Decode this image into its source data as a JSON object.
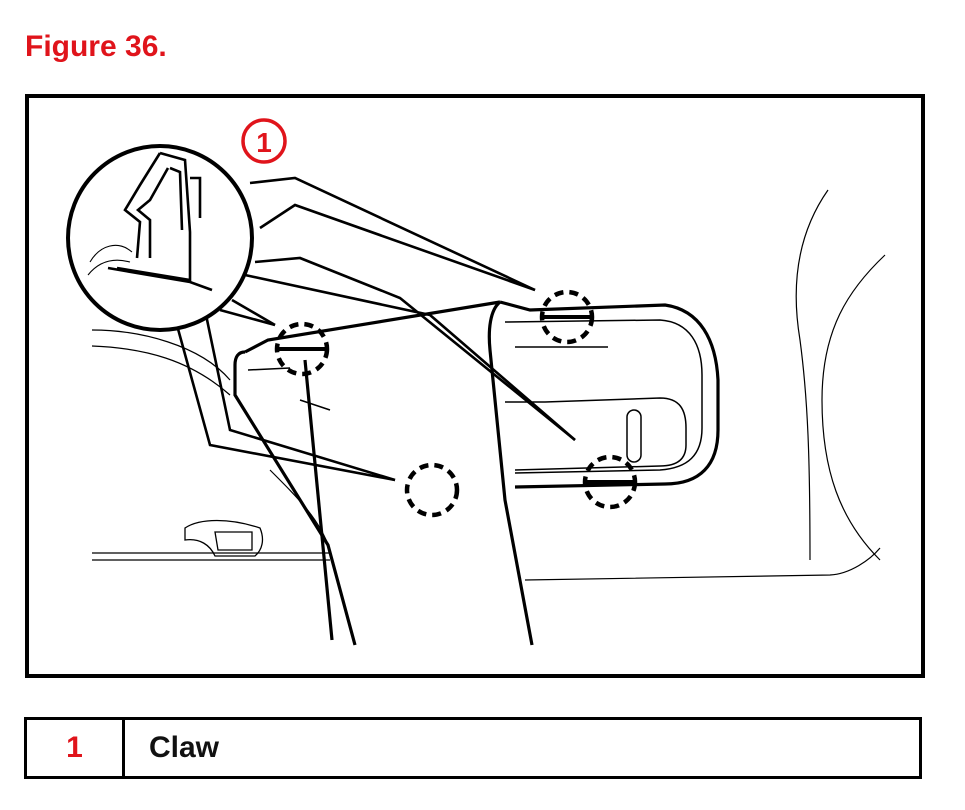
{
  "figure": {
    "title": "Figure 36."
  },
  "callout": {
    "number": "1"
  },
  "legend": {
    "rows": [
      {
        "number": "1",
        "label": "Claw"
      }
    ]
  },
  "colors": {
    "accent": "#e0141b",
    "line": "#000000"
  }
}
